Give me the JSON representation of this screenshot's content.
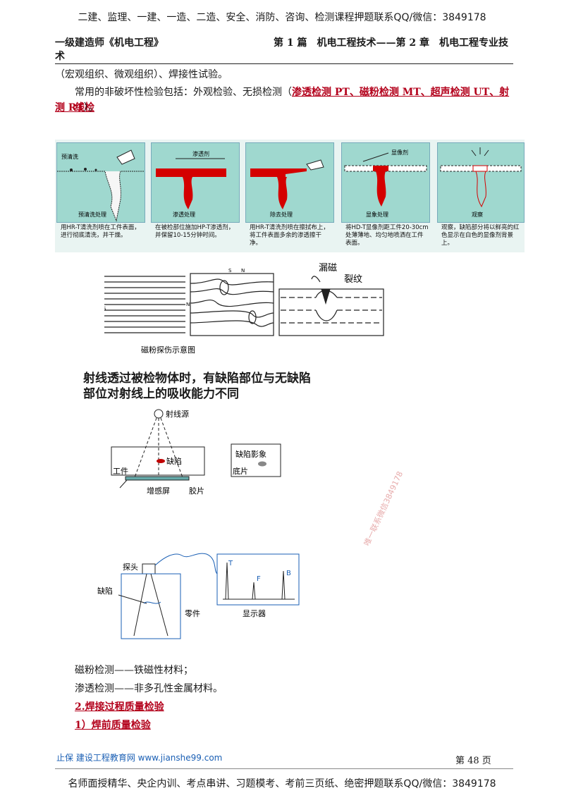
{
  "top_banner": "二建、监理、一建、一造、二造、安全、消防、咨询、检测课程押题联系QQ/微信：3849178",
  "header": {
    "left": "一级建造师《机电工程》",
    "left_wrap": "术",
    "right": "第 1 篇　机电工程技术——第 2 章　机电工程专业技"
  },
  "para1": "（宏观组织、微观组织）、焊接性试验。",
  "para2_prefix": "常用的非破坏性检验包括：外观检验、无损检测（",
  "para2_highlight": "渗透检测 PT、磁粉检测 MT、超声检测 UT、射线检",
  "para2_highlight2": "测 RT",
  "para2_suffix": "）。",
  "penetrant": {
    "panels": [
      {
        "title": "预清洗",
        "step": "预清洗处理",
        "caption": "用HR-T清洗剂喷在工件表面，进行彻底清洗，并干燥。"
      },
      {
        "title": "渗透剂",
        "step": "渗透处理",
        "caption": "在被检部位施加HP-T渗透剂，并保留10-15分钟时间。"
      },
      {
        "title": "",
        "step": "除去处理",
        "caption": "用HR-T清洗剂喷在擦拭布上，将工件表面多余的渗透擦干净。"
      },
      {
        "title": "显像剂",
        "step": "显象处理",
        "caption": "将HD-T显像剂距工件20-30cm处薄薄地、均匀地喷洒在工件表面。"
      },
      {
        "title": "",
        "step": "观察",
        "caption": "观察，缺陷部分将以鲜亮的红色显示在白色的显像剂背景上。"
      }
    ]
  },
  "magnetic": {
    "caption": "磁粉探伤示意图",
    "leak": "漏磁",
    "crack": "裂纹",
    "s_label": "S",
    "n_label": "N"
  },
  "radiography": {
    "heading1": "射线透过被检物体时，有缺陷部位与无缺陷",
    "heading2": "部位对射线上的吸收能力不同",
    "source": "射线源",
    "defect": "缺陷",
    "workpiece": "工件",
    "screen": "增感屏",
    "film": "胶片",
    "defect_image": "缺陷影象",
    "base": "底片"
  },
  "ultrasonic": {
    "probe": "探头",
    "defect": "缺陷",
    "part": "零件",
    "display": "显示器",
    "t": "T",
    "f": "F",
    "b": "B"
  },
  "lines": {
    "l1": "磁粉检测——铁磁性材料；",
    "l2": "渗透检测——非多孔性金属材料。",
    "h1": "2.焊接过程质量检验",
    "h2": "1）焊前质量检验"
  },
  "watermark": "唯一联系微信3849178",
  "footer": {
    "logo": "止保 建设工程教育网 www.jianshe99.com",
    "page": "第 48 页"
  },
  "bottom_banner": "名师面授精华、央企内训、考点串讲、习题模考、考前三页纸、绝密押题联系QQ/微信：3849178"
}
